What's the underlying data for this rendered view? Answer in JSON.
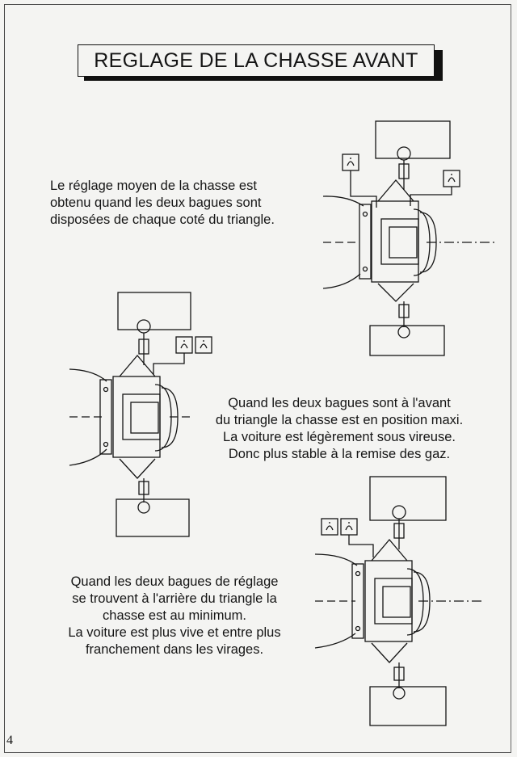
{
  "title": "REGLAGE DE LA CHASSE AVANT",
  "paragraphs": [
    {
      "lines": [
        "Le réglage moyen de la chasse est",
        "obtenu quand les deux bagues sont",
        "disposées de chaque coté du triangle."
      ]
    },
    {
      "lines": [
        "Quand les deux bagues sont à l'avant",
        "du triangle la chasse est en position maxi.",
        "La voiture est légèrement sous vireuse.",
        "Donc plus stable à la remise des gaz."
      ]
    },
    {
      "lines": [
        "Quand les deux bagues de réglage",
        "se trouvent à l'arrière du triangle la",
        "chasse est au minimum.",
        "La voiture est plus vive et entre plus",
        "franchement dans les virages."
      ]
    }
  ],
  "diagrams": [
    {
      "variant": "moyen",
      "ring_icons": [
        "bague-icon",
        "bague-icon"
      ],
      "ring_position": "split"
    },
    {
      "variant": "maxi",
      "ring_icons": [
        "bague-icon",
        "bague-icon"
      ],
      "ring_position": "front"
    },
    {
      "variant": "minimum",
      "ring_icons": [
        "bague-icon",
        "bague-icon"
      ],
      "ring_position": "rear"
    }
  ],
  "page_number": "4"
}
